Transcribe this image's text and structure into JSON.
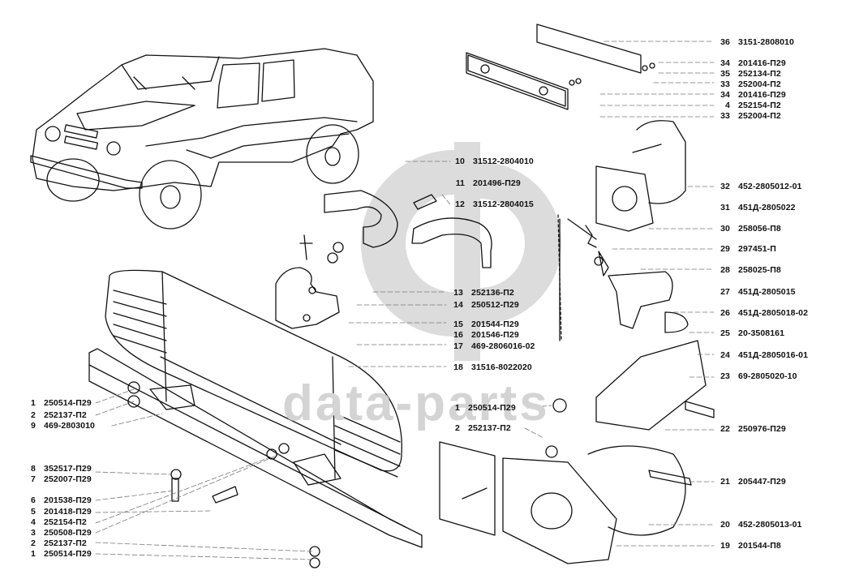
{
  "watermark": {
    "text": "data-parts",
    "color": "#d4d4d4"
  },
  "callouts_right": [
    {
      "num": "36",
      "code": "3151-2808010"
    },
    {
      "num": "34",
      "code": "201416-П29"
    },
    {
      "num": "35",
      "code": "252134-П2"
    },
    {
      "num": "33",
      "code": "252004-П2"
    },
    {
      "num": "34",
      "code": "201416-П29"
    },
    {
      "num": "4",
      "code": "252154-П2"
    },
    {
      "num": "33",
      "code": "252004-П2"
    },
    {
      "num": "32",
      "code": "452-2805012-01"
    },
    {
      "num": "31",
      "code": "451Д-2805022"
    },
    {
      "num": "30",
      "code": "258056-П8"
    },
    {
      "num": "29",
      "code": "297451-П"
    },
    {
      "num": "28",
      "code": "258025-П8"
    },
    {
      "num": "27",
      "code": "451Д-2805015"
    },
    {
      "num": "26",
      "code": "451Д-2805018-02"
    },
    {
      "num": "25",
      "code": "20-3508161"
    },
    {
      "num": "24",
      "code": "451Д-2805016-01"
    },
    {
      "num": "23",
      "code": "69-2805020-10"
    },
    {
      "num": "22",
      "code": "250976-П29"
    },
    {
      "num": "21",
      "code": "205447-П29"
    },
    {
      "num": "20",
      "code": "452-2805013-01"
    },
    {
      "num": "19",
      "code": "201544-П8"
    }
  ],
  "callouts_center": [
    {
      "num": "10",
      "code": "31512-2804010"
    },
    {
      "num": "11",
      "code": "201496-П29"
    },
    {
      "num": "12",
      "code": "31512-2804015"
    },
    {
      "num": "13",
      "code": "252136-П2"
    },
    {
      "num": "14",
      "code": "250512-П29"
    },
    {
      "num": "15",
      "code": "201544-П29"
    },
    {
      "num": "16",
      "code": "201546-П29"
    },
    {
      "num": "17",
      "code": "469-2806016-02"
    },
    {
      "num": "18",
      "code": "31516-8022020"
    },
    {
      "num": "1",
      "code": "250514-П29"
    },
    {
      "num": "2",
      "code": "252137-П2"
    }
  ],
  "callouts_left": [
    {
      "num": "1",
      "code": "250514-П29"
    },
    {
      "num": "2",
      "code": "252137-П2"
    },
    {
      "num": "9",
      "code": "469-2803010"
    },
    {
      "num": "8",
      "code": "352517-П29"
    },
    {
      "num": "7",
      "code": "252007-П29"
    },
    {
      "num": "6",
      "code": "201538-П29"
    },
    {
      "num": "5",
      "code": "201418-П29"
    },
    {
      "num": "4",
      "code": "252154-П2"
    },
    {
      "num": "3",
      "code": "250508-П29"
    },
    {
      "num": "2",
      "code": "252137-П2"
    },
    {
      "num": "1",
      "code": "250514-П29"
    }
  ]
}
